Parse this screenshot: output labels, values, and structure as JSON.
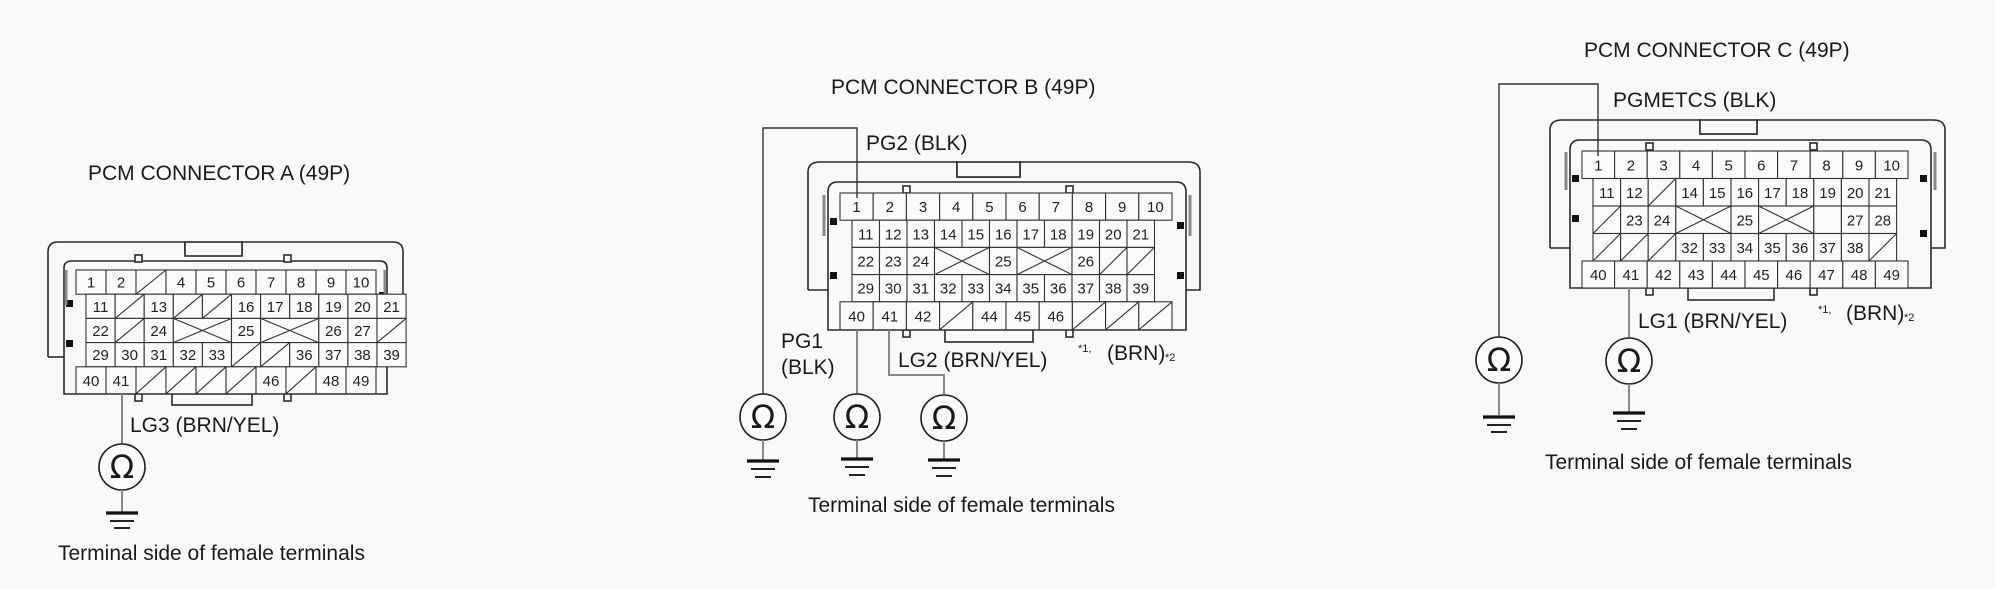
{
  "connectors": [
    {
      "id": "A",
      "title": "PCM CONNECTOR A (49P)",
      "caption": "Terminal side of female terminals",
      "wire_labels": [
        {
          "text": "LG3 (BRN/YEL)",
          "sup1": "",
          "extra": "",
          "sup2": ""
        }
      ],
      "rows": [
        [
          "1",
          "2",
          "/",
          "4",
          "5",
          "6",
          "7",
          "8",
          "9",
          "10"
        ],
        [
          "11",
          "/",
          "13",
          "/",
          "/",
          "16",
          "17",
          "18",
          "19",
          "20",
          "21"
        ],
        [
          "22",
          "/",
          "24",
          "X",
          "X",
          "25",
          "X",
          "X",
          "26",
          "27",
          "/"
        ],
        [
          "29",
          "30",
          "31",
          "32",
          "33",
          "/",
          "/",
          "36",
          "37",
          "38",
          "39"
        ],
        [
          "40",
          "41",
          "/",
          "/",
          "/",
          "/",
          "46",
          "/",
          "48",
          "49"
        ]
      ],
      "probes": [
        {
          "pin": "41",
          "label_index": 0,
          "color": "gray"
        }
      ]
    },
    {
      "id": "B",
      "title": "PCM CONNECTOR B (49P)",
      "caption": "Terminal side of female terminals",
      "wire_labels": [
        {
          "text": "PG2 (BLK)",
          "sup1": "",
          "extra": "",
          "sup2": ""
        },
        {
          "text": "PG1",
          "line2": "(BLK)"
        },
        {
          "text": "LG2 (BRN/YEL)",
          "sup1": "*1,",
          "extra": "(BRN)",
          "sup2": "*2"
        }
      ],
      "rows": [
        [
          "1",
          "2",
          "3",
          "4",
          "5",
          "6",
          "7",
          "8",
          "9",
          "10"
        ],
        [
          "11",
          "12",
          "13",
          "14",
          "15",
          "16",
          "17",
          "18",
          "19",
          "20",
          "21"
        ],
        [
          "22",
          "23",
          "24",
          "X",
          "X",
          "25",
          "X",
          "X",
          "26",
          "/",
          "/"
        ],
        [
          "29",
          "30",
          "31",
          "32",
          "33",
          "34",
          "35",
          "36",
          "37",
          "38",
          "39"
        ],
        [
          "40",
          "41",
          "42",
          "/",
          "44",
          "45",
          "46",
          "/",
          "/",
          "/"
        ]
      ],
      "probes": [
        {
          "pin": "1",
          "label_index": 0,
          "color": "black"
        },
        {
          "pin": "40",
          "label_index": 1,
          "color": "gray"
        },
        {
          "pin": "41",
          "label_index": 2,
          "color": "gray"
        }
      ]
    },
    {
      "id": "C",
      "title": "PCM CONNECTOR C (49P)",
      "caption": "Terminal side of female terminals",
      "wire_labels": [
        {
          "text": "PGMETCS (BLK)",
          "sup1": "",
          "extra": "",
          "sup2": ""
        },
        {
          "text": "LG1 (BRN/YEL)",
          "sup1": "*1,",
          "extra": "(BRN)",
          "sup2": "*2"
        }
      ],
      "rows": [
        [
          "1",
          "2",
          "3",
          "4",
          "5",
          "6",
          "7",
          "8",
          "9",
          "10"
        ],
        [
          "11",
          "12",
          "/",
          "14",
          "15",
          "16",
          "17",
          "18",
          "19",
          "20",
          "21"
        ],
        [
          "/",
          "23",
          "24",
          "X",
          "X",
          "25",
          "X",
          "X",
          "",
          "27",
          "28"
        ],
        [
          "/",
          "/",
          "/",
          "32",
          "33",
          "34",
          "35",
          "36",
          "37",
          "38",
          "/"
        ],
        [
          "40",
          "41",
          "42",
          "43",
          "44",
          "45",
          "46",
          "47",
          "48",
          "49"
        ]
      ],
      "probes": [
        {
          "pin": "1",
          "label_index": 0,
          "color": "black"
        },
        {
          "pin": "41",
          "label_index": 1,
          "color": "gray"
        }
      ]
    }
  ],
  "icons": {
    "meter": "ohmmeter-icon",
    "meter_glyph": "Ω",
    "ground": "ground-icon"
  }
}
